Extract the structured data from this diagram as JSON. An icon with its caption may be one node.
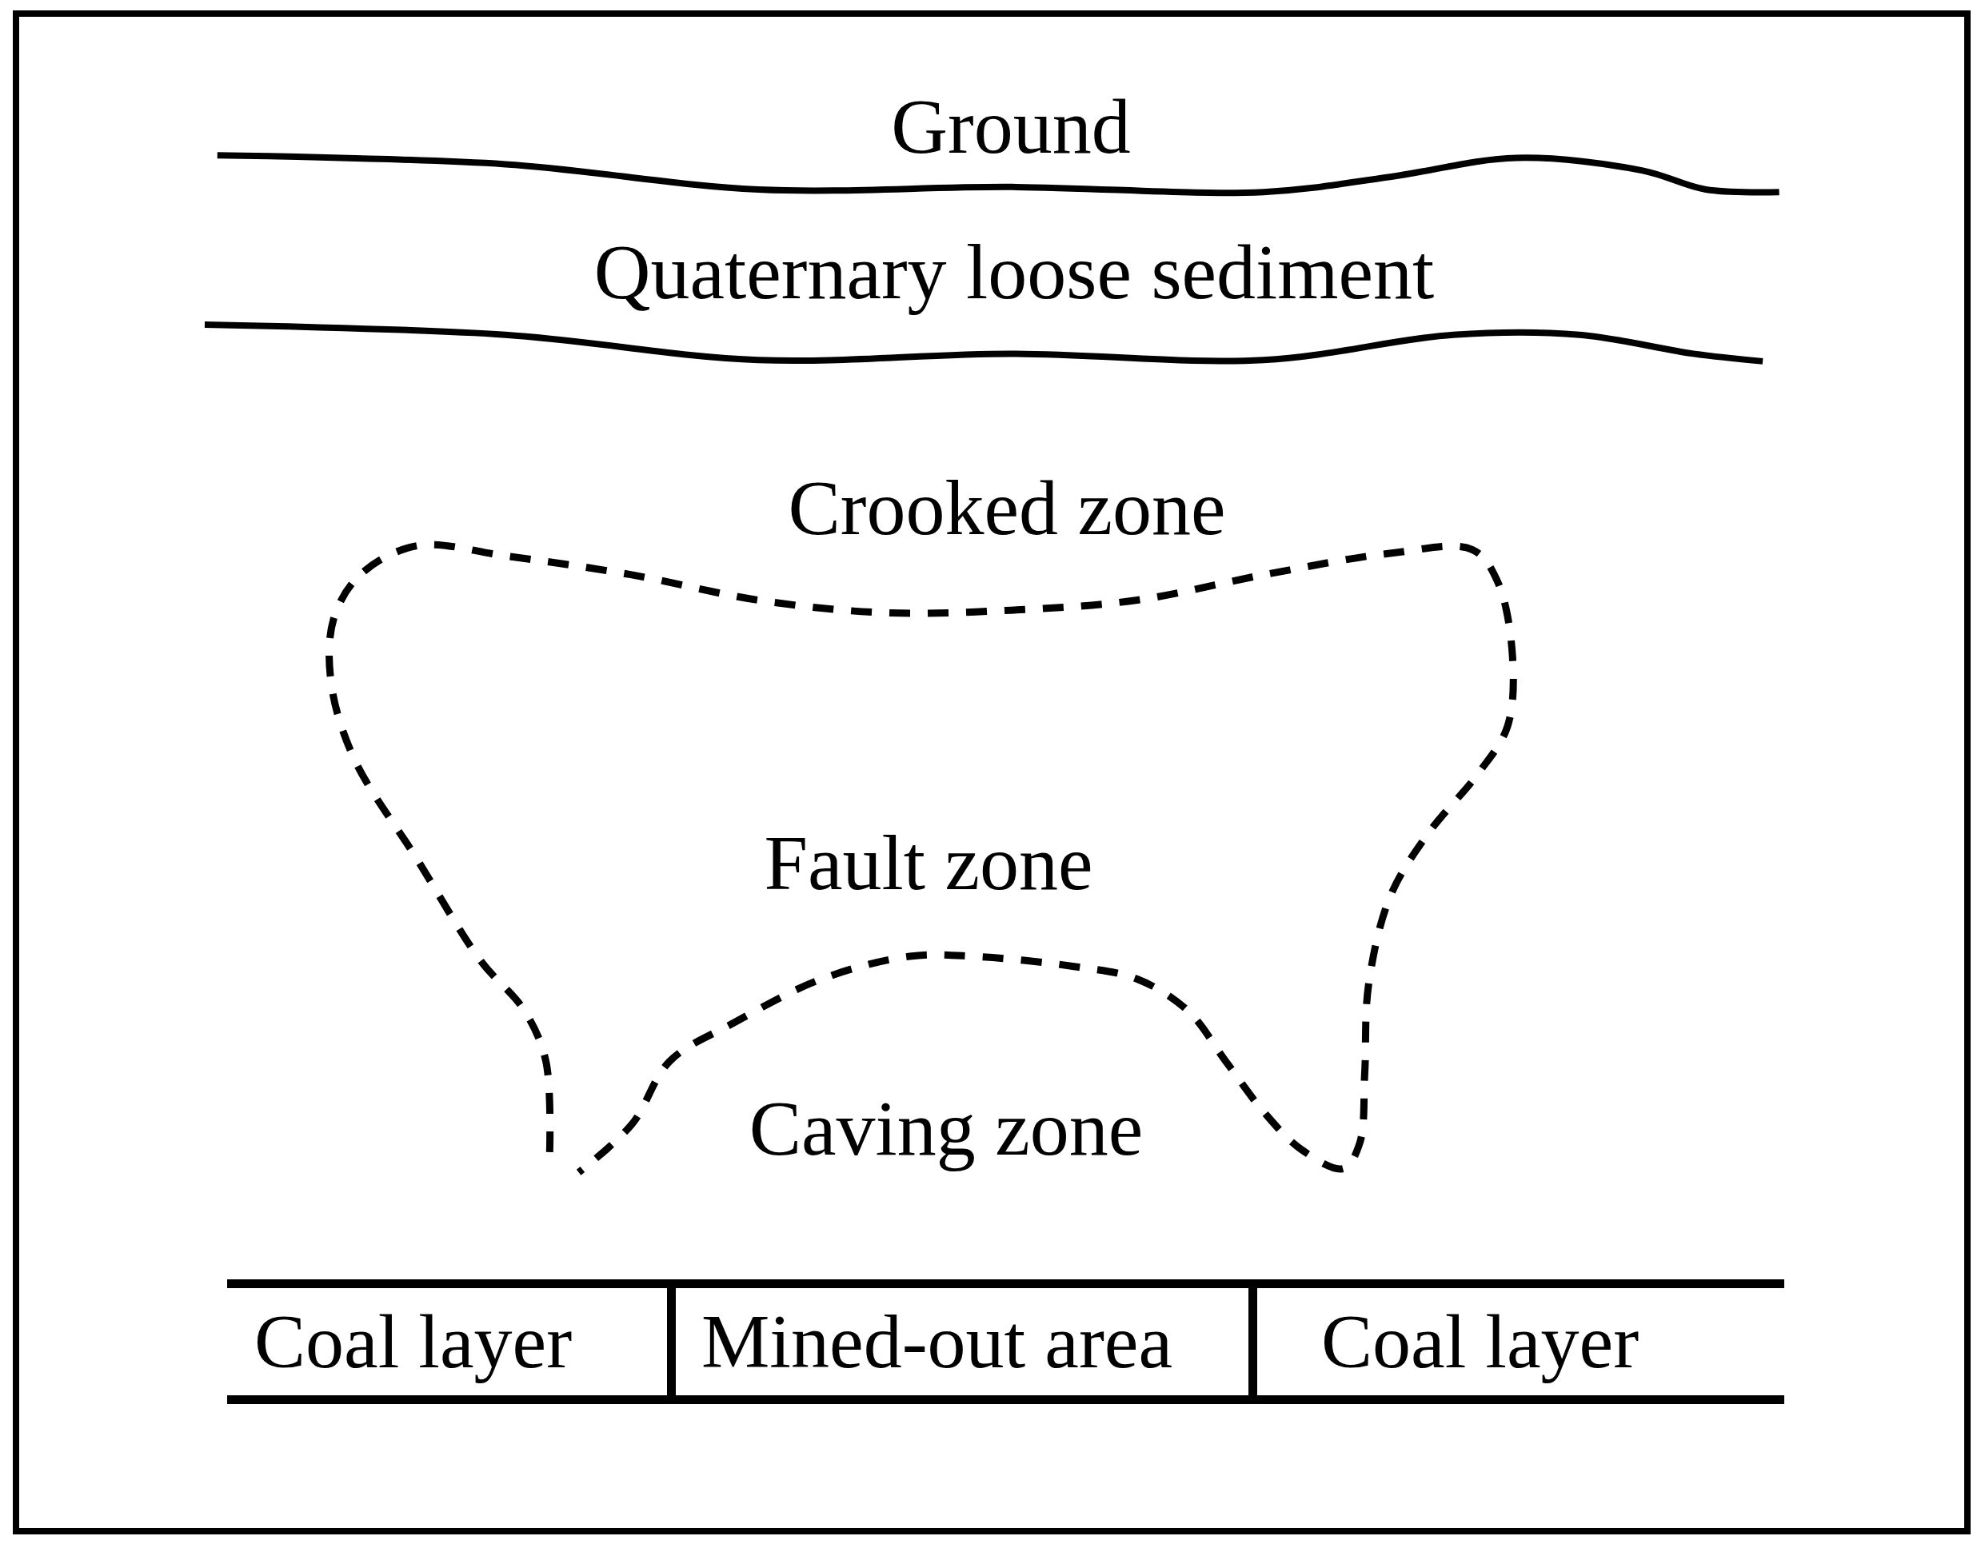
{
  "diagram": {
    "nodes": [
      {
        "text": [
          "Coal layer"
        ]
      },
      {
        "text": [
          "Mined-out area"
        ]
      },
      {
        "text": [
          "Coal layer"
        ]
      }
    ],
    "labels": [
      "Ground",
      "Quaternary loose sediment",
      "Crooked zone",
      "Fault zone",
      "Caving zone"
    ]
  }
}
